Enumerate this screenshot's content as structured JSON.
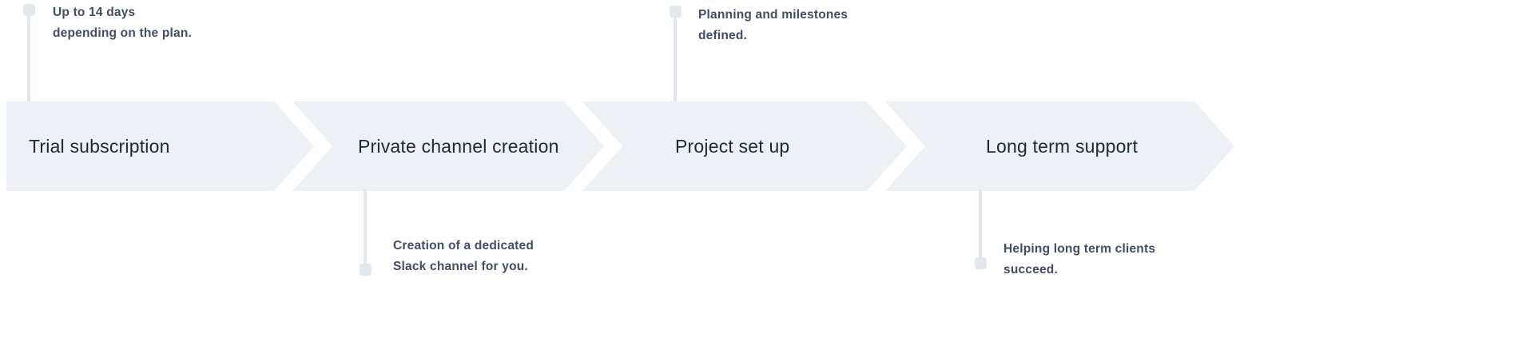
{
  "colors": {
    "chevron-fill": "#edf0f5",
    "label-color": "#1e2937",
    "line-color": "#e3e7ee",
    "note-color": "#414d66",
    "bg": "#ffffff"
  },
  "timeline": {
    "stages": [
      {
        "label": "Trial subscription",
        "note": {
          "position": "top",
          "line1": "Up to 14 days",
          "line2": "depending on the plan."
        }
      },
      {
        "label": "Private channel creation",
        "note": {
          "position": "bottom",
          "line1": "Creation of a dedicated",
          "line2": "Slack channel for you."
        }
      },
      {
        "label": "Project set up",
        "note": {
          "position": "top",
          "line1": "Planning and milestones",
          "line2": "defined."
        }
      },
      {
        "label": "Long term support",
        "note": {
          "position": "bottom",
          "line1": "Helping long term clients",
          "line2": "succeed."
        }
      }
    ]
  }
}
